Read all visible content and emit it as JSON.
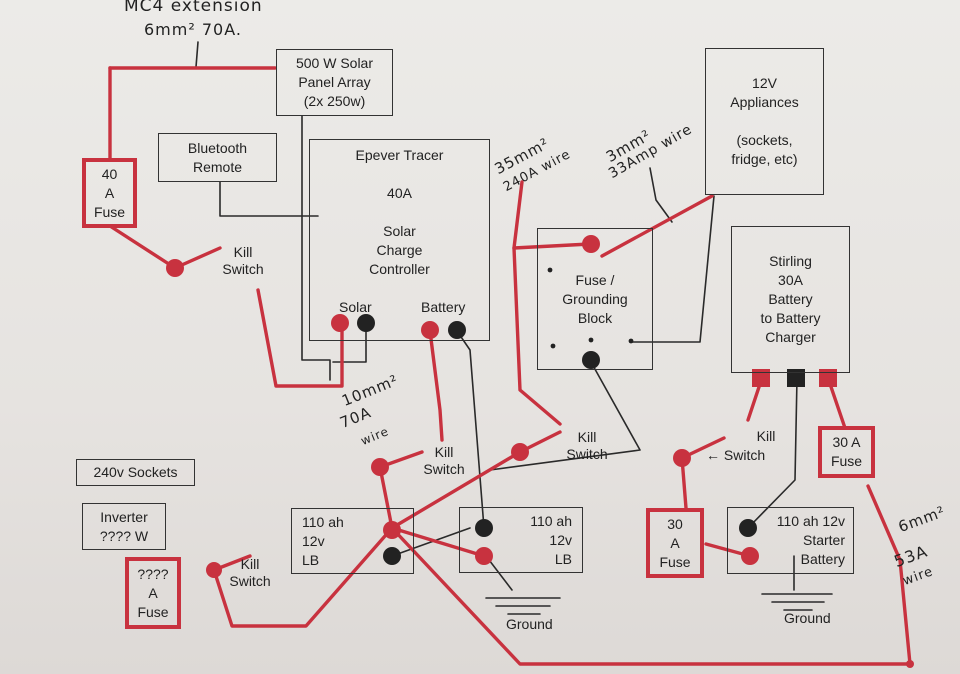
{
  "annotations": {
    "mc4_line1": "MC4 extension",
    "mc4_line2": "6mm² 70A.",
    "wire_35": "35mm²",
    "wire_35b": "240A wire",
    "wire_3": "3mm²",
    "wire_3b": "33Amp wire",
    "wire_10": "10mm²",
    "wire_10b": "70A",
    "wire_10c": "wire",
    "wire_6": "6mm²",
    "wire_6b": "53A",
    "wire_6c": "wire",
    "arrow_kill": "← Switch"
  },
  "boxes": {
    "solar_array": [
      "500 W Solar",
      "Panel Array",
      "(2x 250w)"
    ],
    "bluetooth": [
      "Bluetooth",
      "Remote"
    ],
    "controller": [
      "Epever Tracer",
      "",
      "40A",
      "",
      "Solar",
      "Charge",
      "Controller"
    ],
    "appliances": [
      "12V",
      "Appliances",
      "",
      "(sockets,",
      "fridge, etc)"
    ],
    "fuse_block": [
      "Fuse /",
      "Grounding",
      "Block"
    ],
    "stirling": [
      "Stirling",
      "30A",
      "Battery",
      "to Battery",
      "Charger"
    ],
    "fuse40": [
      "40",
      "A",
      "Fuse"
    ],
    "fuse30a": [
      "30 A",
      "Fuse"
    ],
    "fuse30": [
      "30",
      "A",
      "Fuse"
    ],
    "fuse_q": [
      "????",
      "A",
      "Fuse"
    ],
    "sockets": [
      "240v Sockets"
    ],
    "inverter": [
      "Inverter",
      "???? W"
    ],
    "battery1": [
      "110 ah",
      "12v",
      "LB"
    ],
    "battery2": [
      "110 ah",
      "12v",
      "LB"
    ],
    "starter": [
      "110 ah  12v",
      "Starter",
      "Battery"
    ]
  },
  "labels": {
    "kill1": [
      "Kill",
      "Switch"
    ],
    "kill2": [
      "Kill",
      "Switch"
    ],
    "kill3": [
      "Kill",
      "Switch"
    ],
    "kill4": [
      "Kill"
    ],
    "kill5": [
      "Kill",
      "Switch"
    ],
    "solar_term": "Solar",
    "battery_term": "Battery",
    "ground1": "Ground",
    "ground2": "Ground"
  },
  "colors": {
    "wire_positive": "#c8323f",
    "wire_negative": "#222222"
  }
}
